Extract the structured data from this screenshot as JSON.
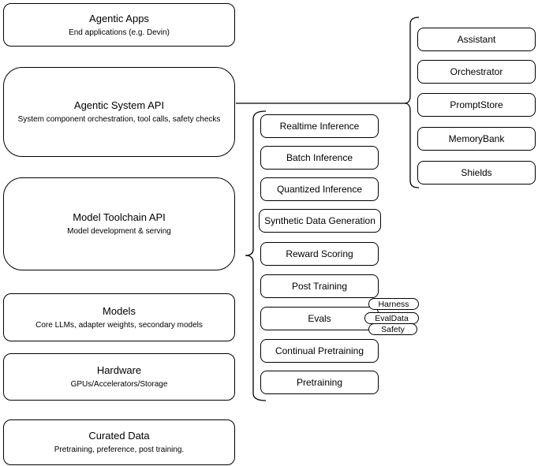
{
  "diagram": {
    "colors": {
      "background": "#ffffff",
      "stroke": "#000000",
      "text": "#000000"
    },
    "left_stack": [
      {
        "title": "Agentic Apps",
        "subtitle": "End applications (e.g. Devin)"
      },
      {
        "title": "Agentic System API",
        "subtitle": "System component orchestration, tool calls, safety checks"
      },
      {
        "title": "Model Toolchain API",
        "subtitle": "Model development & serving"
      },
      {
        "title": "Models",
        "subtitle": "Core LLMs, adapter weights, secondary models"
      },
      {
        "title": "Hardware",
        "subtitle": "GPUs/Accelerators/Storage"
      },
      {
        "title": "Curated Data",
        "subtitle": "Pretraining, preference, post training."
      }
    ],
    "toolchain_services": [
      "Realtime Inference",
      "Batch Inference",
      "Quantized Inference",
      "Synthetic Data Generation",
      "Reward Scoring",
      "Post Training",
      "Evals",
      "Continual Pretraining",
      "Pretraining"
    ],
    "eval_components": [
      "Harness",
      "EvalData",
      "Safety"
    ],
    "agentic_components": [
      "Assistant",
      "Orchestrator",
      "PromptStore",
      "MemoryBank",
      "Shields"
    ]
  }
}
